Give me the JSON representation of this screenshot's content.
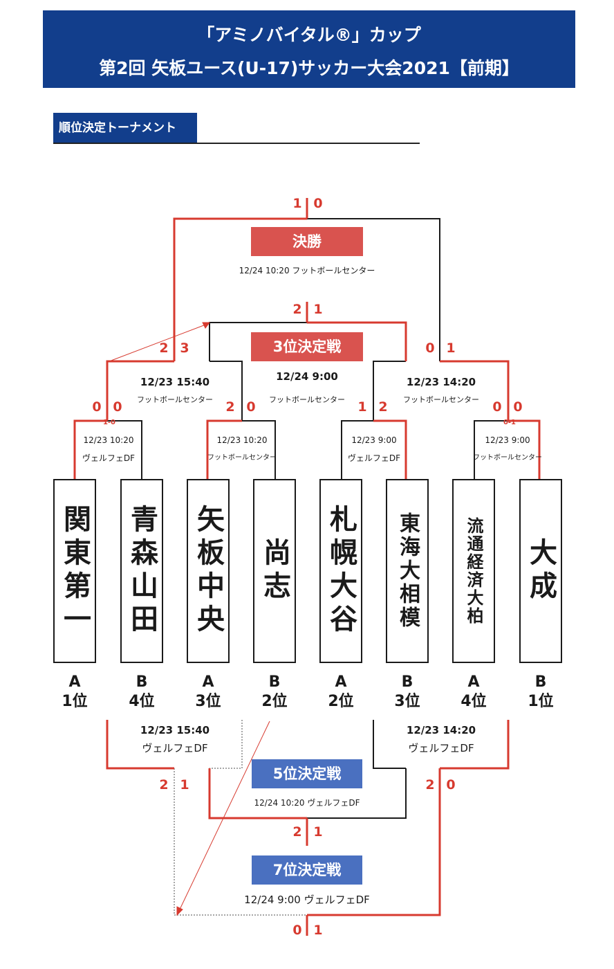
{
  "header": {
    "title_line1": "「アミノバイタル®」カップ",
    "title_line2": "第2回 矢板ユース(U-17)サッカー大会2021【前期】"
  },
  "section": {
    "label": "順位決定トーナメント"
  },
  "teams": [
    {
      "name": "関東第一",
      "group": "A",
      "rank": "1位"
    },
    {
      "name": "青森山田",
      "group": "B",
      "rank": "4位"
    },
    {
      "name": "矢板中央",
      "group": "A",
      "rank": "3位"
    },
    {
      "name": "尚志",
      "group": "B",
      "rank": "2位"
    },
    {
      "name": "札幌大谷",
      "group": "A",
      "rank": "2位"
    },
    {
      "name": "東海大相模",
      "group": "B",
      "rank": "3位"
    },
    {
      "name": "流通経済大柏",
      "group": "A",
      "rank": "4位"
    },
    {
      "name": "大成",
      "group": "B",
      "rank": "1位"
    }
  ],
  "matches": {
    "final": {
      "label": "決勝",
      "info": "12/24 10:20 フットボールセンター",
      "score_left": "1",
      "score_right": "0"
    },
    "third": {
      "label": "3位決定戦",
      "time": "12/24 9:00",
      "venue": "フットボールセンター",
      "score_left": "2",
      "score_right": "1"
    },
    "fifth": {
      "label": "5位決定戦",
      "info": "12/24 10:20 ヴェルフェDF",
      "score_left": "2",
      "score_right": "1"
    },
    "seventh": {
      "label": "7位決定戦",
      "info": "12/24 9:00 ヴェルフェDF",
      "score_left": "0",
      "score_right": "1"
    },
    "sf_left": {
      "time": "12/23 15:40",
      "venue": "フットボールセンター",
      "score_left": "2",
      "score_right": "3"
    },
    "sf_right": {
      "time": "12/23 14:20",
      "venue": "フットボールセンター",
      "score_left": "0",
      "score_right": "1"
    },
    "cons_left": {
      "time": "12/23 15:40",
      "venue": "ヴェルフェDF",
      "score_left": "2",
      "score_right": "1"
    },
    "cons_right": {
      "time": "12/23 14:20",
      "venue": "ヴェルフェDF",
      "score_left": "2",
      "score_right": "0"
    },
    "qf1": {
      "time": "12/23 10:20",
      "venue": "ヴェルフェDF",
      "score_left": "0",
      "score_right": "0",
      "pk": "1-0"
    },
    "qf2": {
      "time": "12/23 10:20",
      "venue": "フットボールセンター",
      "score_left": "2",
      "score_right": "0"
    },
    "qf3": {
      "time": "12/23 9:00",
      "venue": "ヴェルフェDF",
      "score_left": "1",
      "score_right": "2"
    },
    "qf4": {
      "time": "12/23 9:00",
      "venue": "フットボールセンター",
      "score_left": "0",
      "score_right": "0",
      "pk": "0-1"
    }
  },
  "colors": {
    "header_bg": "#123e8c",
    "win_line": "#d73a2f",
    "lose_line": "#1a1a1a",
    "red_label": "#d9534f",
    "blue_label": "#4a70c0"
  }
}
